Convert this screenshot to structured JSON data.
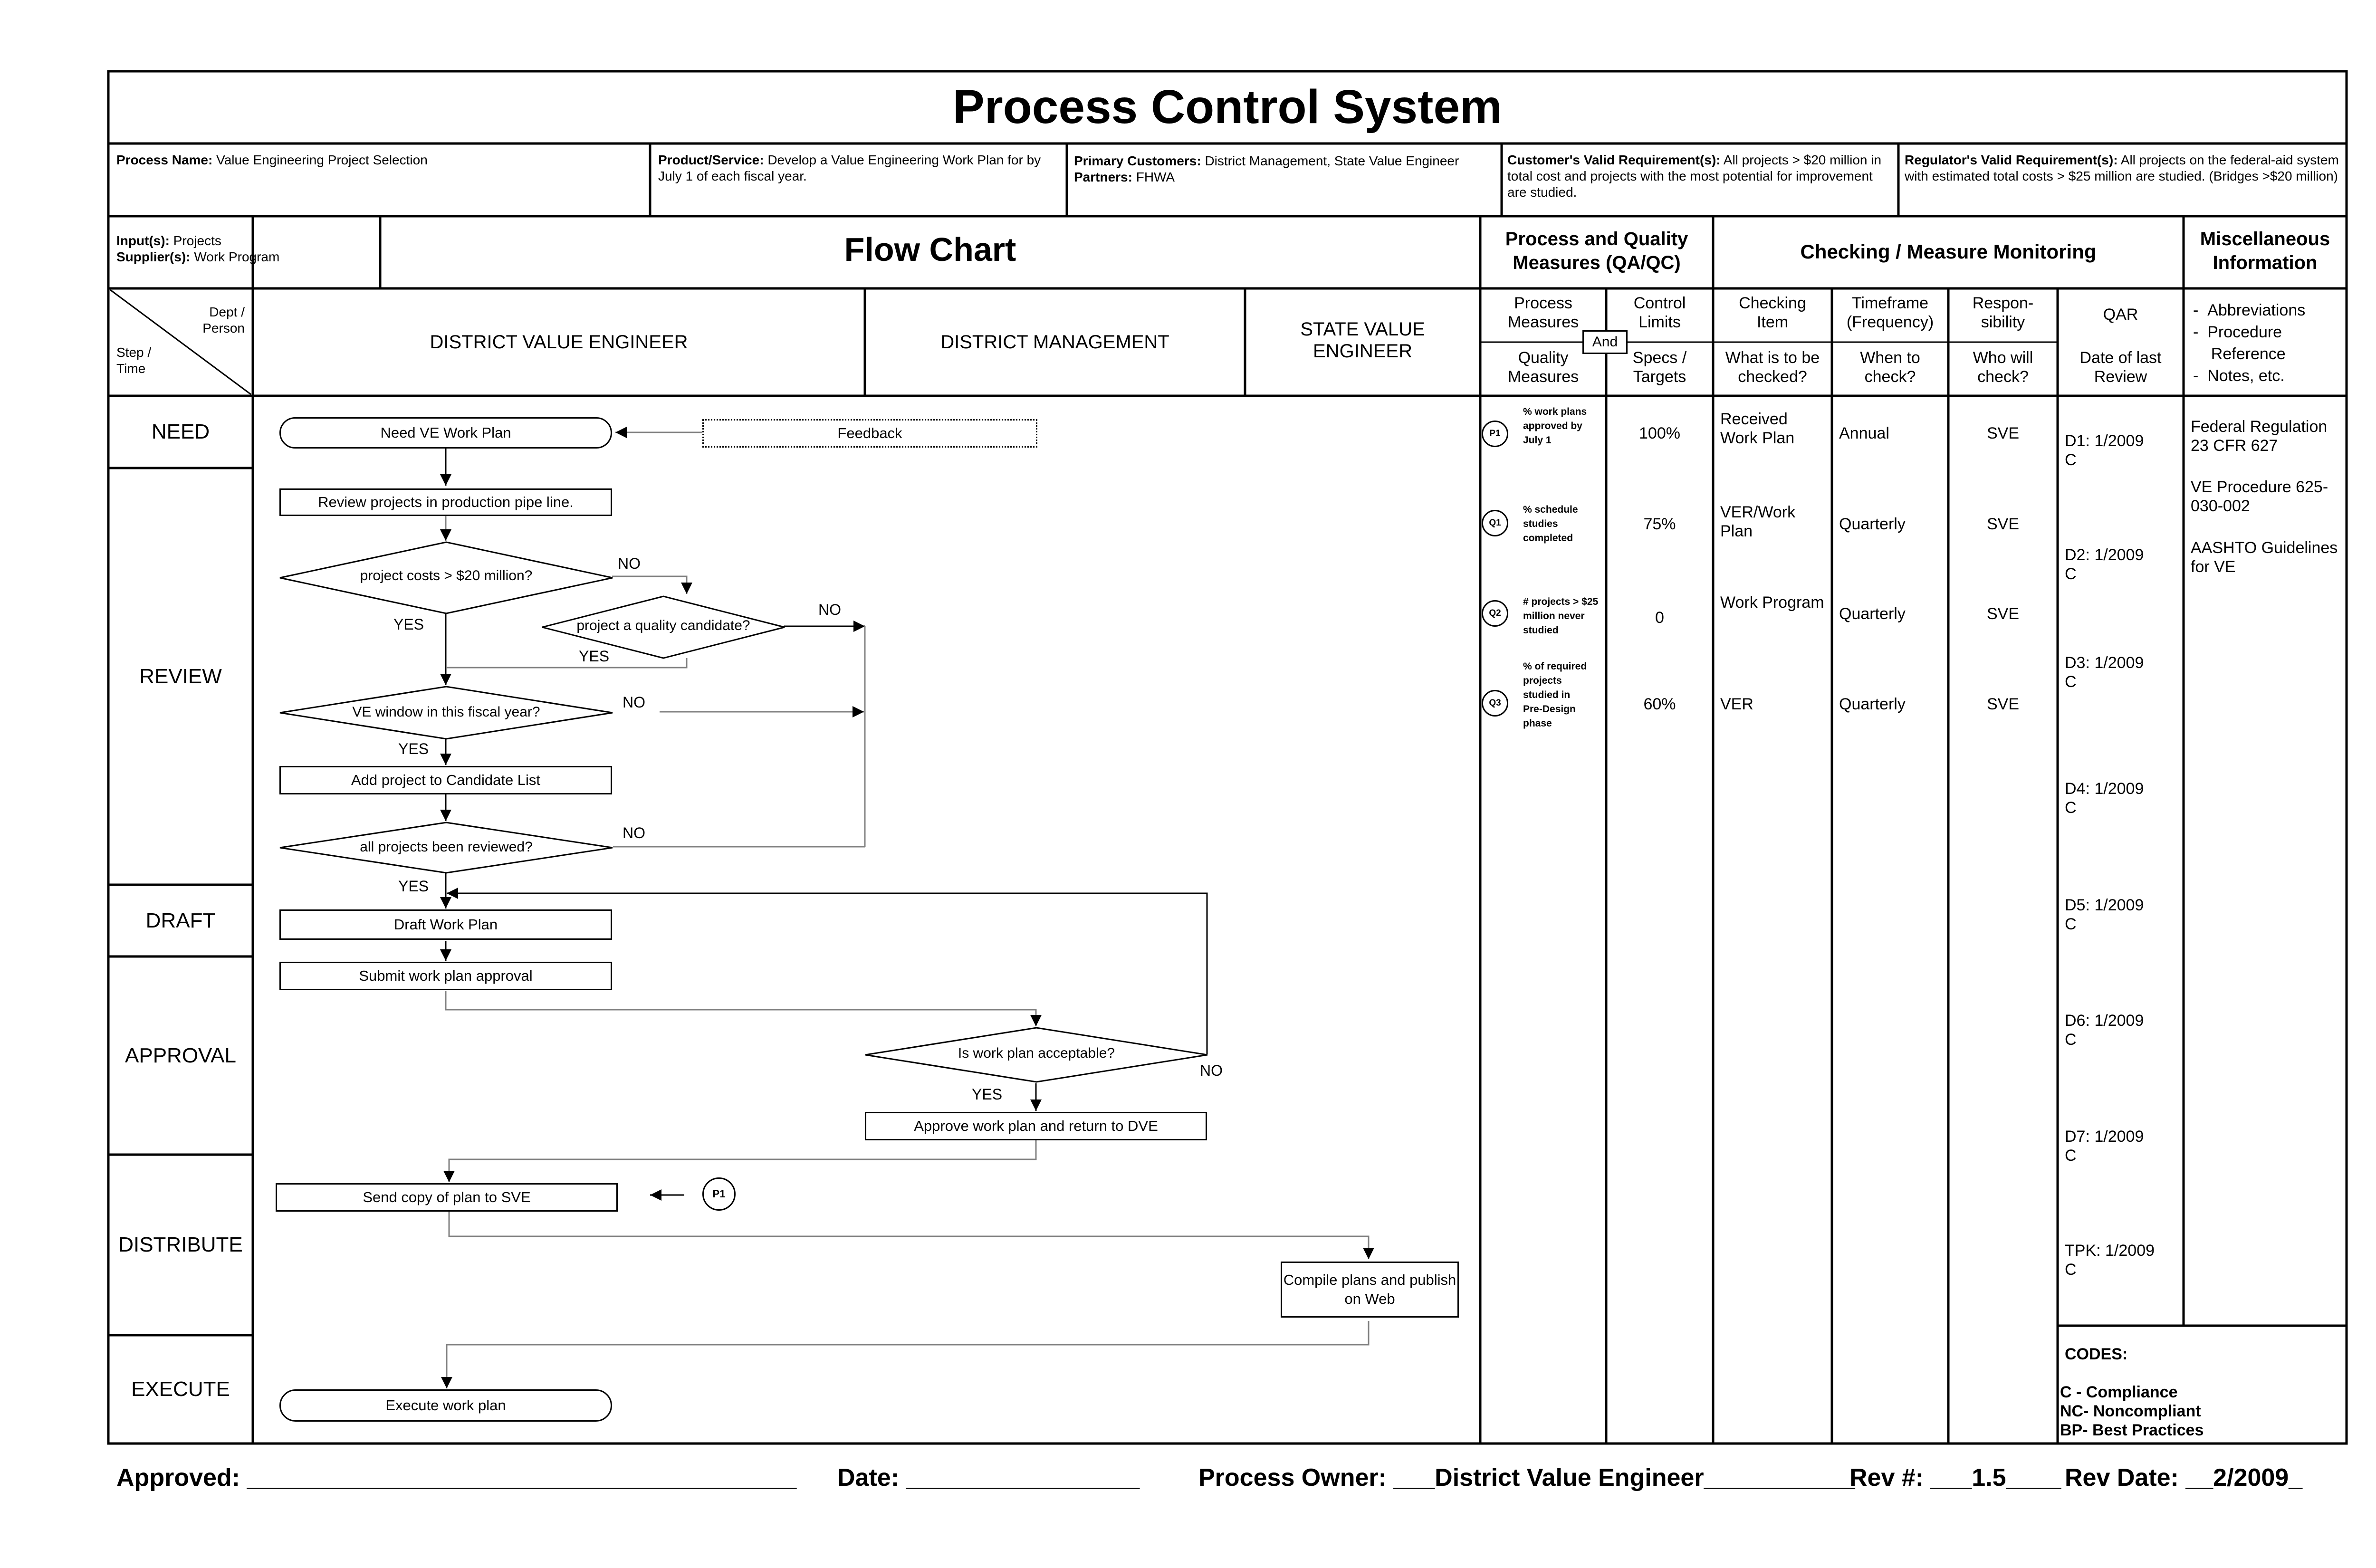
{
  "title": "Process Control System",
  "header": {
    "process_name_label": "Process Name:",
    "process_name": "Value Engineering Project Selection",
    "product_label": "Product/Service:",
    "product": "Develop a Value Engineering Work Plan for by July 1 of each fiscal year.",
    "primary_customers_label": "Primary Customers:",
    "primary_customers": "District Management, State Value Engineer",
    "partners_label": "Partners:",
    "partners": "FHWA",
    "customer_req_label": "Customer's Valid Requirement(s):",
    "customer_req": "All projects > $20 million in total cost and projects with the most potential for  improvement are studied.",
    "regulator_req_label": "Regulator's Valid Requirement(s):",
    "regulator_req": "All projects on the federal-aid system with estimated total costs  > $25 million are studied. (Bridges >$20 million)"
  },
  "inputs": {
    "inputs_label": "Input(s):",
    "inputs": "Projects",
    "suppliers_label": "Supplier(s):",
    "suppliers": "Work Program"
  },
  "section_titles": {
    "flow_chart": "Flow Chart",
    "qaqc_1": "Process and Quality",
    "qaqc_2": "Measures (QA/QC)",
    "checking": "Checking / Measure Monitoring",
    "misc_1": "Miscellaneous",
    "misc_2": "Information"
  },
  "columns": {
    "dept_person_1": "Dept /",
    "dept_person_2": "Person",
    "step_time_1": "Step /",
    "step_time_2": "Time",
    "dve": "DISTRICT VALUE ENGINEER",
    "dm": "DISTRICT MANAGEMENT",
    "sve_1": "STATE VALUE",
    "sve_2": "ENGINEER",
    "process_measures_1": "Process",
    "process_measures_2": "Measures",
    "and": "And",
    "quality_measures_1": "Quality",
    "quality_measures_2": "Measures",
    "control_limits_1": "Control",
    "control_limits_2": "Limits",
    "specs_targets_1": "Specs /",
    "specs_targets_2": "Targets",
    "checking_item_1": "Checking",
    "checking_item_2": "Item",
    "what_checked_1": "What is to be",
    "what_checked_2": "checked?",
    "timeframe_1": "Timeframe",
    "timeframe_2": "(Frequency)",
    "when_check_1": "When to",
    "when_check_2": "check?",
    "responsibility_1": "Respon-",
    "responsibility_2": "sibility",
    "who_check_1": "Who will",
    "who_check_2": "check?",
    "qar": "QAR",
    "date_review_1": "Date of last",
    "date_review_2": "Review",
    "misc_items": [
      "Abbreviations",
      "Procedure",
      "Reference",
      "Notes, etc."
    ]
  },
  "stages": [
    "NEED",
    "REVIEW",
    "DRAFT",
    "APPROVAL",
    "DISTRIBUTE",
    "EXECUTE"
  ],
  "flow": {
    "need_plan": "Need VE Work Plan",
    "feedback": "Feedback",
    "review_projects": "Review projects in production pipe line.",
    "d_cost": "project costs > $20 million?",
    "d_quality": "project a quality candidate?",
    "d_window": "VE window in this fiscal year?",
    "add_candidate": "Add project to Candidate List",
    "d_all_reviewed": "all projects been reviewed?",
    "draft_plan": "Draft Work Plan",
    "submit_plan": "Submit work plan approval",
    "d_acceptable": "Is work plan acceptable?",
    "approve_plan": "Approve work plan and return to DVE",
    "send_copy": "Send copy of plan to SVE",
    "compile": "Compile plans and publish on Web",
    "execute": "Execute work plan",
    "yes": "YES",
    "no": "NO",
    "p1": "P1"
  },
  "measures": [
    {
      "code": "P1",
      "text": "% work plans approved by July 1",
      "target": "100%",
      "item": "Received Work Plan",
      "freq": "Annual",
      "resp": "SVE"
    },
    {
      "code": "Q1",
      "text": "% schedule studies completed",
      "target": "75%",
      "item": "VER/Work Plan",
      "freq": "Quarterly",
      "resp": "SVE"
    },
    {
      "code": "Q2",
      "text": "# projects > $25 million never studied",
      "target": "0",
      "item": "Work Program",
      "freq": "Quarterly",
      "resp": "SVE"
    },
    {
      "code": "Q3",
      "text": "% of required projects studied in Pre-Design phase",
      "target": "60%",
      "item": "VER",
      "freq": "Quarterly",
      "resp": "SVE"
    }
  ],
  "qar_dates": [
    {
      "label": "D1: 1/2009",
      "code": "C"
    },
    {
      "label": "D2: 1/2009",
      "code": "C"
    },
    {
      "label": "D3: 1/2009",
      "code": "C"
    },
    {
      "label": "D4: 1/2009",
      "code": "C"
    },
    {
      "label": "D5: 1/2009",
      "code": "C"
    },
    {
      "label": "D6: 1/2009",
      "code": "C"
    },
    {
      "label": "D7: 1/2009",
      "code": "C"
    },
    {
      "label": "TPK: 1/2009",
      "code": "C"
    }
  ],
  "misc_info": [
    "Federal Regulation 23 CFR 627",
    "VE Procedure 625-030-002",
    "AASHTO Guidelines for VE"
  ],
  "codes": {
    "title": "CODES:",
    "items": [
      "C - Compliance",
      "NC- Noncompliant",
      "BP- Best Practices"
    ]
  },
  "footer": {
    "approved_label": "Approved:",
    "approved_line": "________________________________________",
    "date_label": "Date:",
    "date_line": "_________________",
    "owner_label": "Process Owner:",
    "owner_value": "___District Value Engineer___________",
    "rev_label": "Rev #:",
    "rev_value": "___1.5____",
    "rev_date_label": "Rev Date:",
    "rev_date_value": "__2/2009_"
  }
}
